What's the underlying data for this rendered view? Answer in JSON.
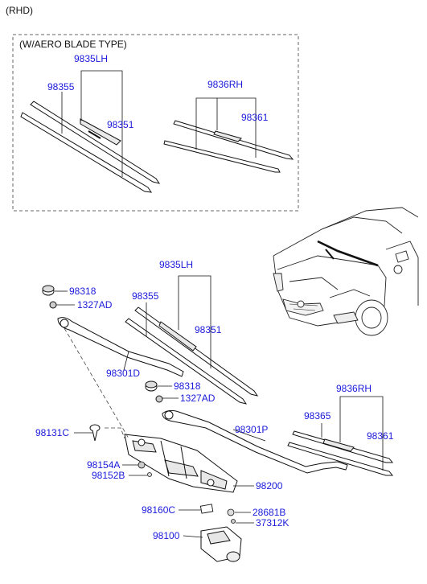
{
  "header": {
    "variant": "(RHD)"
  },
  "inset": {
    "title": "(W/AERO BLADE TYPE)",
    "left_assembly": {
      "assy": "9835LH",
      "arm": "98355",
      "blade": "98351"
    },
    "right_assembly": {
      "assy": "9836RH",
      "blade": "98361"
    }
  },
  "main": {
    "left_blade": {
      "assy": "9835LH",
      "arm": "98355",
      "blade": "98351"
    },
    "right_blade": {
      "assy": "9836RH",
      "arm": "98365",
      "blade": "98361"
    },
    "parts": {
      "cap_upper": "98318",
      "nut_upper": "1327AD",
      "arm_left": "98301D",
      "cap_lower": "98318",
      "nut_lower": "1327AD",
      "arm_right": "98301P",
      "bolt": "98131C",
      "bushing": "98154A",
      "washer": "98152B",
      "linkage": "98200",
      "connector": "98160C",
      "grommet": "28681B",
      "screw": "37312K",
      "motor": "98100"
    }
  },
  "colors": {
    "label": "#1a1adb",
    "line": "#111111",
    "frame": "#555555"
  }
}
